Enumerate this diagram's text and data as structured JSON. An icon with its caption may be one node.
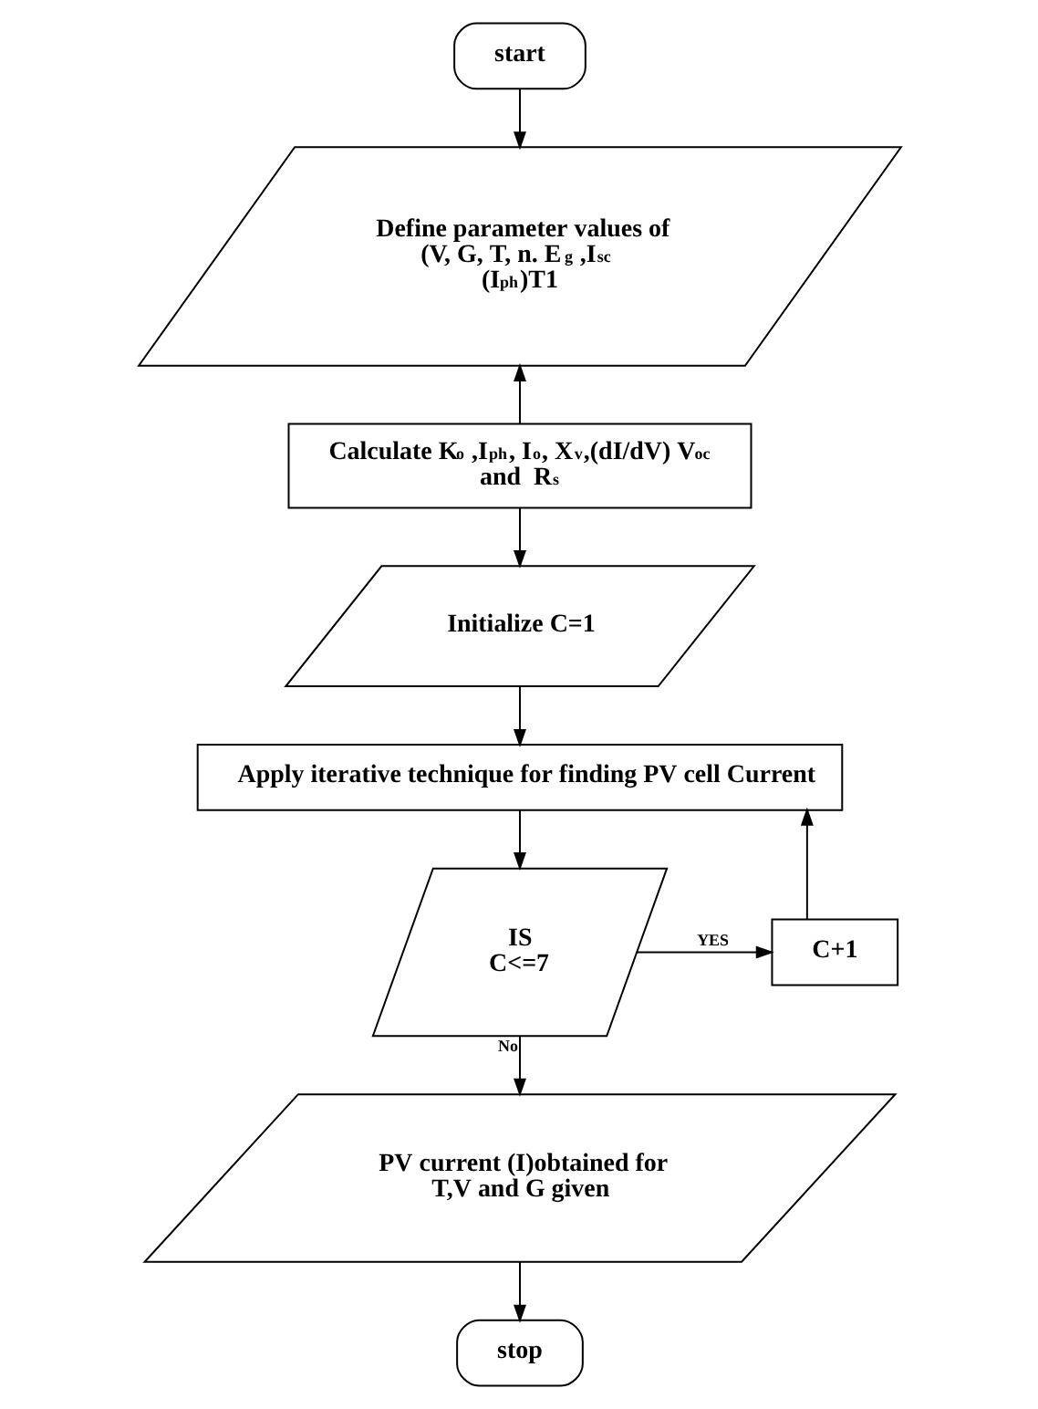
{
  "diagram": {
    "nodes": [
      {
        "text": [
          "start"
        ]
      },
      {
        "text": [
          "Define parameter values of (V, G, T, n. E$_{g}$ ,I$_{sc}$  (I$_{ph}$)T1"
        ]
      },
      {
        "text": [
          "Calculate K$_{o}$ ,I$_{ph}$, I$_{o}$, X$_{v}$,(dI/dV) V$_{oc}$ and  R$_{s}$"
        ]
      },
      {
        "text": [
          "Initialize C=1"
        ]
      },
      {
        "text": [
          "Apply iterative technique for finding PV cell Current"
        ]
      },
      {
        "text": [
          "IS C<=7"
        ]
      },
      {
        "text": [
          "C+1"
        ]
      },
      {
        "text": [
          "PV current (I)obtained for T,V and G given"
        ]
      },
      {
        "text": [
          "stop"
        ]
      }
    ],
    "edges": [
      {
        "from": 0,
        "to": 1,
        "arrow": "to"
      },
      {
        "from": 2,
        "to": 1,
        "arrow": "to"
      },
      {
        "from": 2,
        "to": 3,
        "arrow": "to"
      },
      {
        "from": 3,
        "to": 4,
        "arrow": "to"
      },
      {
        "from": 4,
        "to": 5,
        "arrow": "to"
      },
      {
        "from": 5,
        "to": 6,
        "arrow": "to",
        "label": "YES"
      },
      {
        "from": 6,
        "to": 4,
        "arrow": "to"
      },
      {
        "from": 5,
        "to": 7,
        "arrow": "to",
        "label": "No"
      },
      {
        "from": 7,
        "to": 8,
        "arrow": "to"
      }
    ]
  }
}
